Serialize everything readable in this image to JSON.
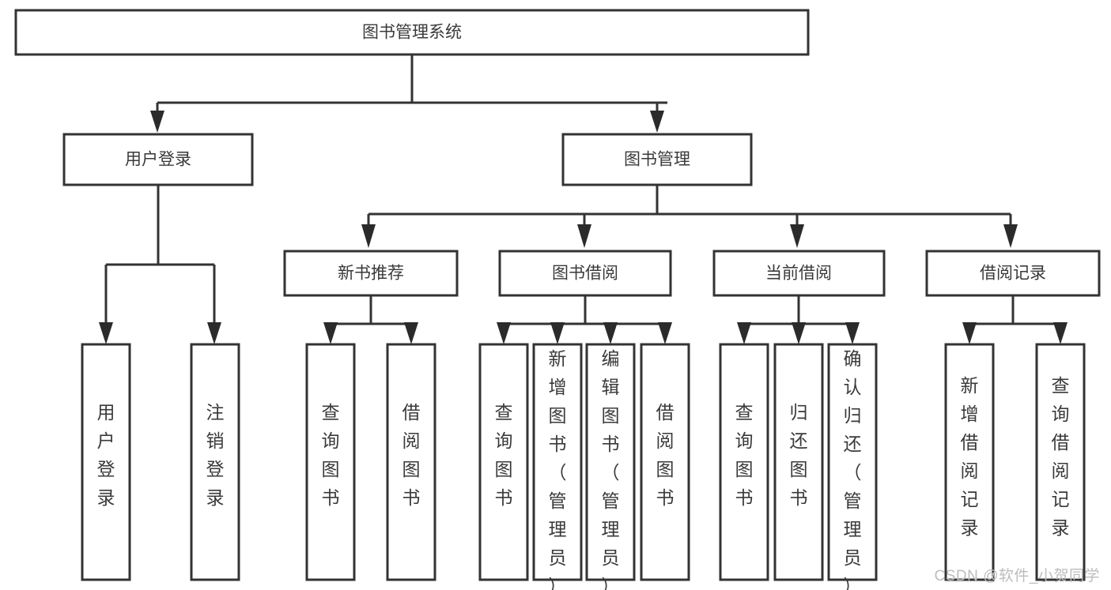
{
  "diagram": {
    "title": "图书管理系统",
    "watermark": "CSDN @软件_小贺同学",
    "colors": {
      "background": "#ffffff",
      "box_stroke": "#333333",
      "connector": "#333333",
      "text": "#3a3a3a",
      "watermark": "#bdbdbd"
    },
    "root": {
      "label": "图书管理系统"
    },
    "level2": [
      {
        "label": "用户登录"
      },
      {
        "label": "图书管理"
      }
    ],
    "level3": [
      {
        "label": "新书推荐"
      },
      {
        "label": "图书借阅"
      },
      {
        "label": "当前借阅"
      },
      {
        "label": "借阅记录"
      }
    ],
    "leaves": {
      "user_login": [
        {
          "label": "用户登录"
        },
        {
          "label": "注销登录"
        }
      ],
      "new_book_recommend": [
        {
          "label": "查询图书"
        },
        {
          "label": "借阅图书"
        }
      ],
      "book_borrow": [
        {
          "label": "查询图书"
        },
        {
          "label": "新增图书（管理员）"
        },
        {
          "label": "编辑图书（管理员）"
        },
        {
          "label": "借阅图书"
        }
      ],
      "current_borrow": [
        {
          "label": "查询图书"
        },
        {
          "label": "归还图书"
        },
        {
          "label": "确认归还（管理员）"
        }
      ],
      "borrow_record": [
        {
          "label": "新增借阅记录"
        },
        {
          "label": "查询借阅记录"
        }
      ]
    }
  }
}
